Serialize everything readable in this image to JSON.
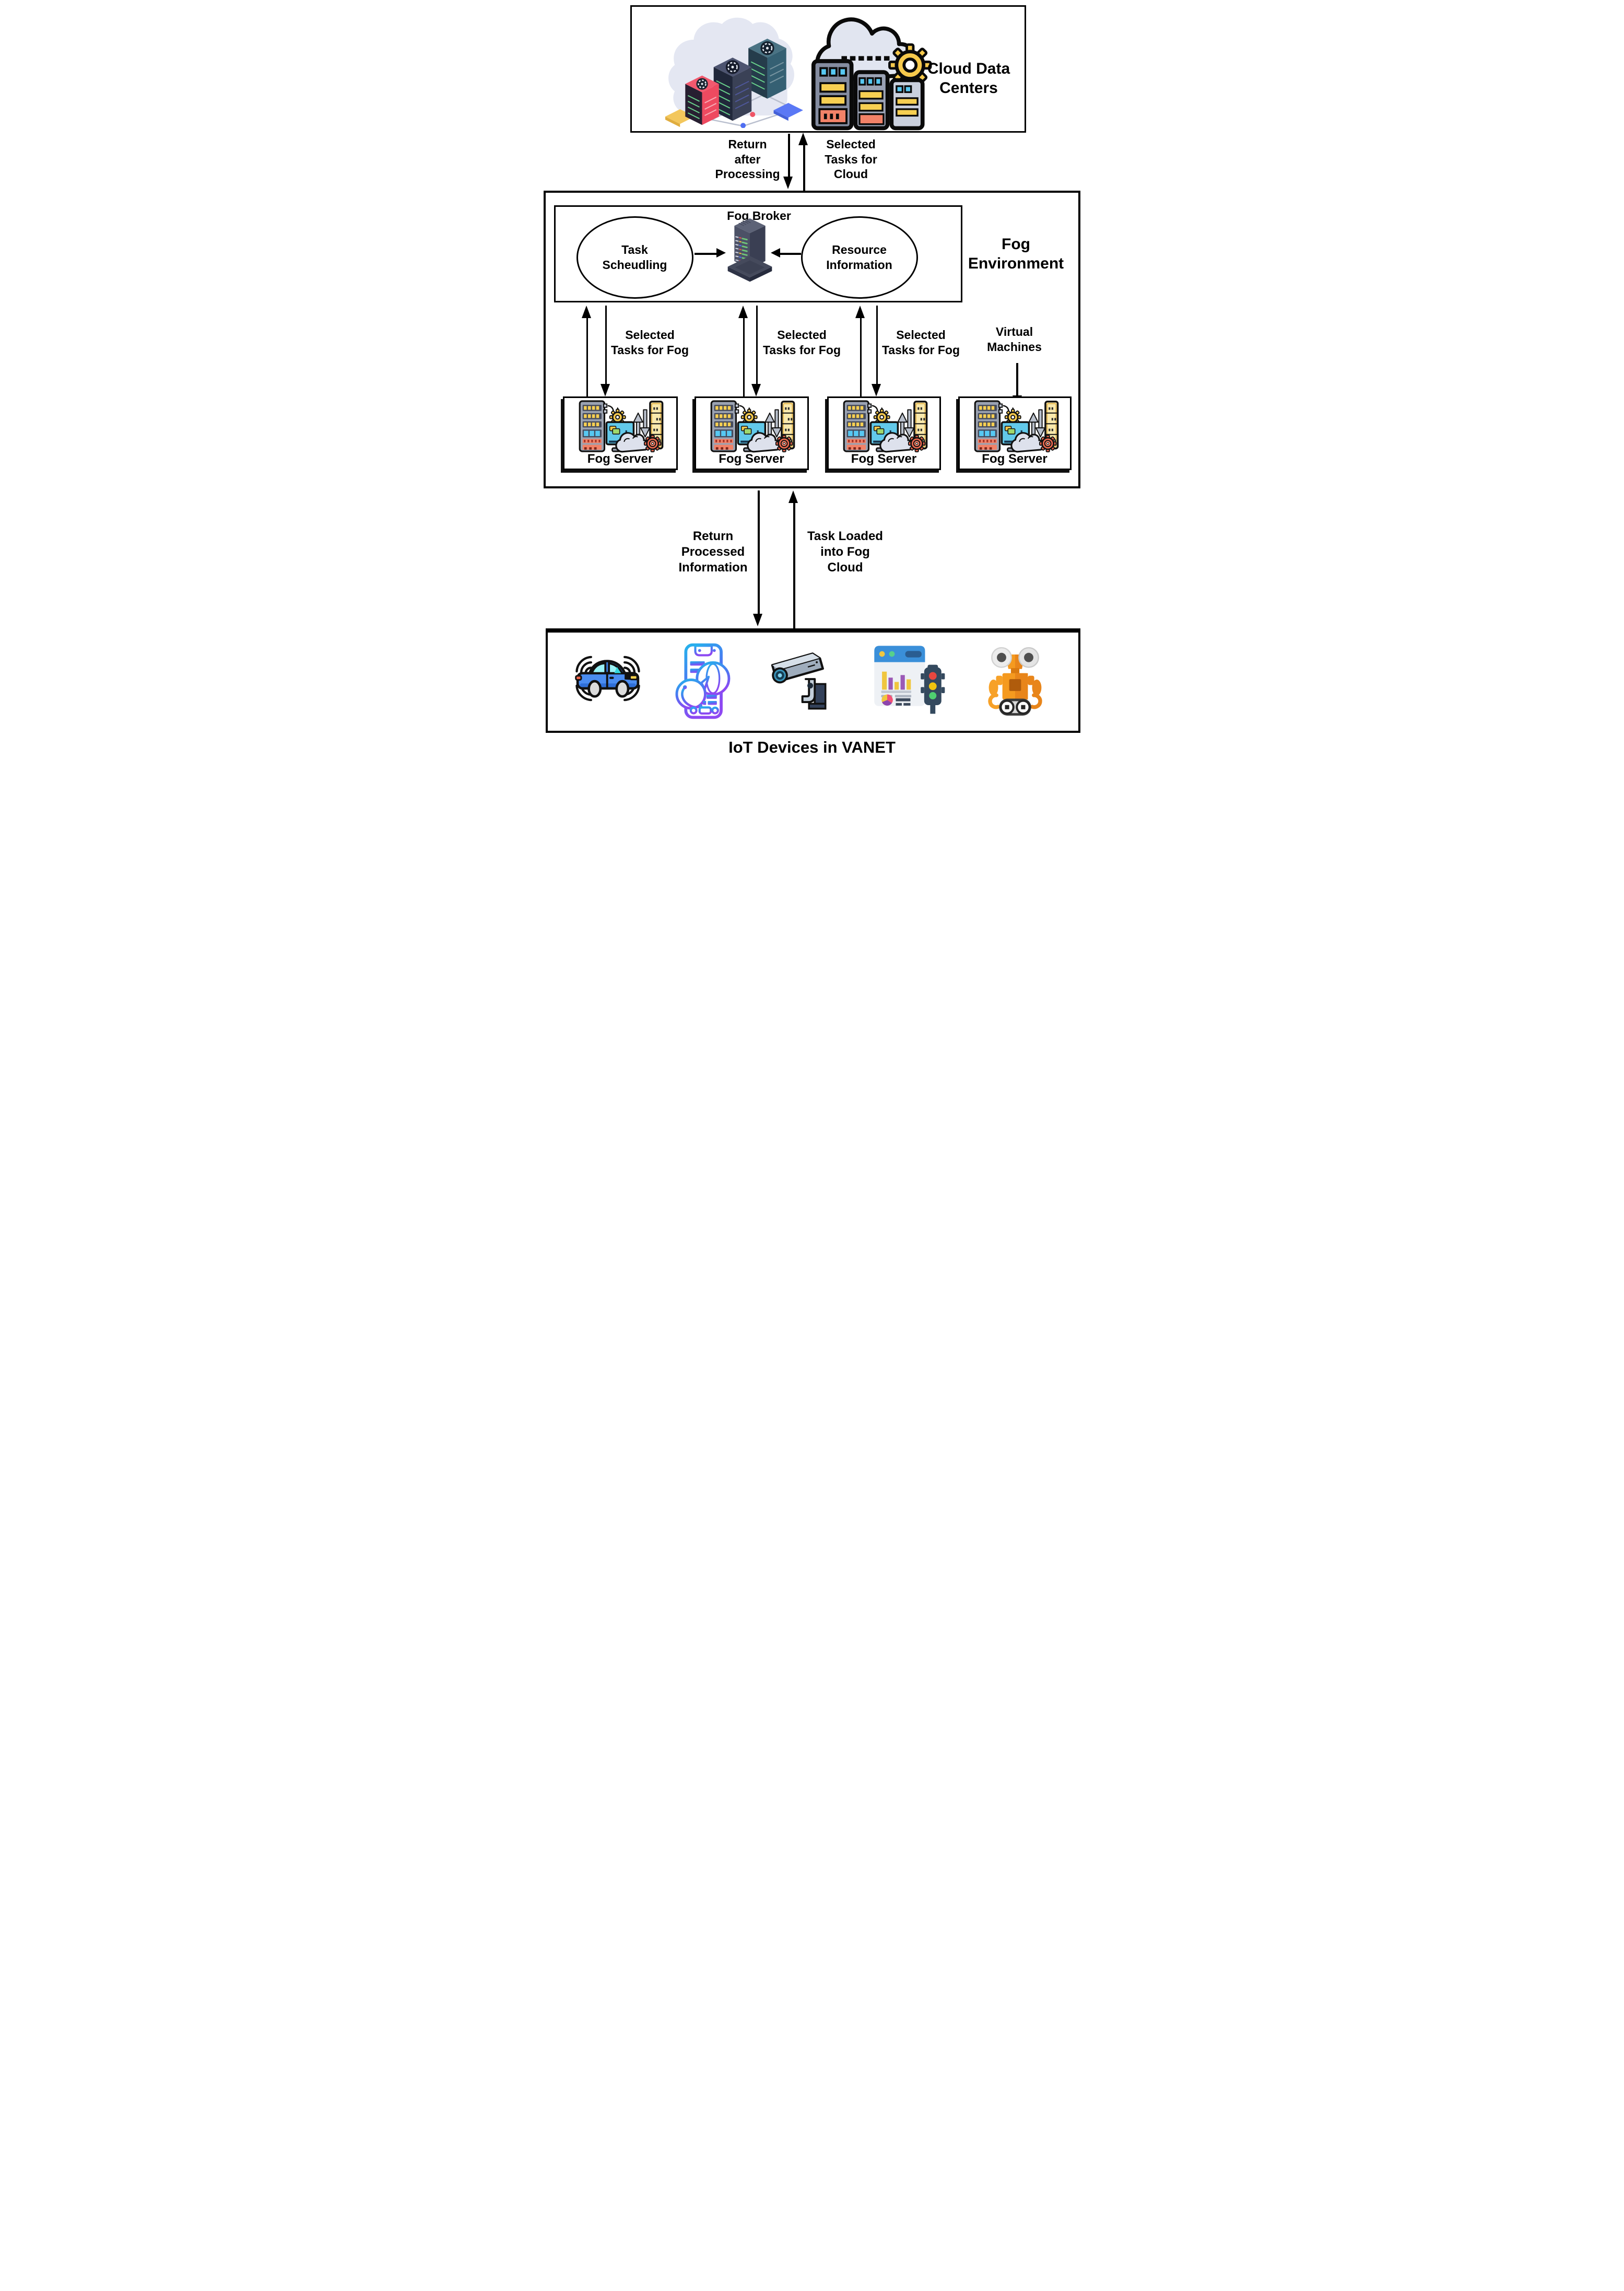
{
  "cloud_box": {
    "label": "Cloud Data\nCenters"
  },
  "cloud_arrows": {
    "down_label": "Return\nafter\nProcessing",
    "up_label": "Selected\nTasks for\nCloud"
  },
  "fog_env": {
    "label": "Fog\nEnvironment",
    "broker": {
      "title": "Fog Broker",
      "left_ellipse": "Task\nScheudling",
      "right_ellipse": "Resource\nInformation"
    },
    "task_arrow_labels": [
      "Selected\nTasks for Fog",
      "Selected\nTasks for Fog",
      "Selected\nTasks for Fog"
    ],
    "vm_label": "Virtual\nMachines",
    "servers": [
      {
        "label": "Fog Server"
      },
      {
        "label": "Fog Server"
      },
      {
        "label": "Fog Server"
      },
      {
        "label": "Fog Server"
      }
    ]
  },
  "iot_arrows": {
    "down_label": "Return\nProcessed\nInformation",
    "up_label": "Task Loaded\ninto Fog\nCloud"
  },
  "iot_box": {
    "devices": [
      "smart-car",
      "smartphone-network",
      "cctv-camera",
      "traffic-analytics-dashboard",
      "robot"
    ]
  },
  "caption": "IoT Devices in VANET",
  "palette": {
    "outline": "#000000",
    "cloud_gray": "#e1e5f0",
    "server_gray": "#848ca0",
    "slot_cyan": "#57c8f2",
    "slot_yellow": "#f7cf52",
    "slot_salmon": "#f28268",
    "gear_yellow": "#f6c94c",
    "gear_red": "#ef6a50",
    "broker_dark": "#4c5166",
    "fog_tower_yellow": "#f9e9ad",
    "car_blue": "#4a8cf0",
    "phone_gradient_start": "#25b3ec",
    "phone_gradient_end": "#8e48f2",
    "camera_gray": "#9fadbd",
    "dashboard_blue": "#3a8fd9",
    "traffic_navy": "#34495e",
    "robot_orange": "#f59a1f"
  }
}
